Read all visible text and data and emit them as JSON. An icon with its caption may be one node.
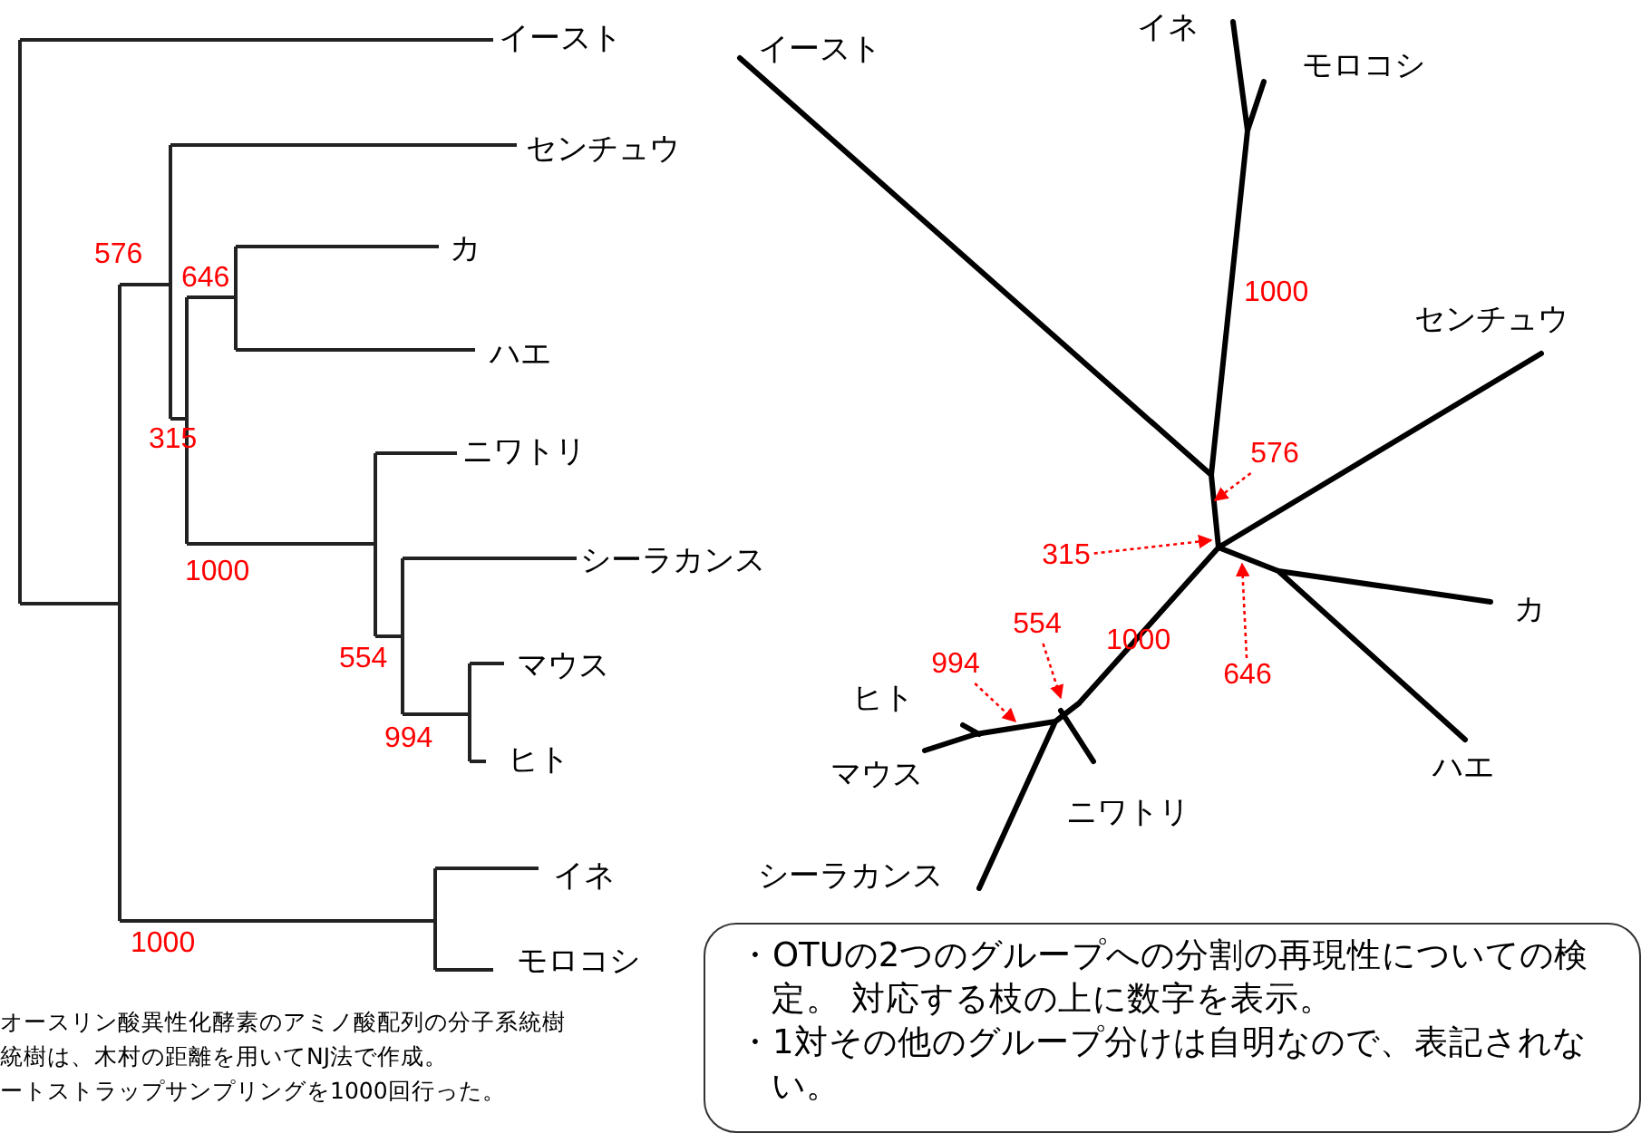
{
  "diagram": {
    "nodes": [
      {
        "text": [
          "・OTUの2つのグループへの分割の再現性についての検定。 対応する枝の上に数字を表示。",
          "・1対その他のグループ分けは自明なので、表記されない。"
        ]
      },
      {
        "text": [
          "576"
        ]
      },
      {
        "text": [
          "315"
        ]
      },
      {
        "text": [
          "646"
        ]
      },
      {
        "text": [
          "554"
        ]
      },
      {
        "text": [
          "994"
        ]
      }
    ],
    "edges": [
      {
        "from": 1,
        "to": null,
        "arrow": "to",
        "style": "dashed",
        "color": "#ff0000"
      },
      {
        "from": 2,
        "to": null,
        "arrow": "to",
        "style": "dashed",
        "color": "#ff0000"
      },
      {
        "from": 3,
        "to": null,
        "arrow": "to",
        "style": "dashed",
        "color": "#ff0000"
      },
      {
        "from": 4,
        "to": null,
        "arrow": "to",
        "style": "dashed",
        "color": "#ff0000"
      },
      {
        "from": 5,
        "to": null,
        "arrow": "to",
        "style": "dashed",
        "color": "#ff0000"
      }
    ],
    "labels": [
      "イースト",
      "センチュウ",
      "576",
      "カ",
      "646",
      "ハエ",
      "315",
      "ニワトリ",
      "1000",
      "シーラカンス",
      "554",
      "マウス",
      "994",
      "ヒト",
      "イネ",
      "1000",
      "モロコシ",
      "イースト",
      "イネ",
      "モロコシ",
      "1000",
      "センチュウ",
      "カ",
      "1000",
      "ヒト",
      "マウス",
      "ハエ",
      "ニワトリ",
      "シーラカンス",
      "オースリン酸異性化酵素のアミノ酸配列の分子系統樹",
      "統樹は、木村の距離を用いてNJ法で作成。",
      "ートストラップサンプリングを1000回行った。"
    ]
  }
}
